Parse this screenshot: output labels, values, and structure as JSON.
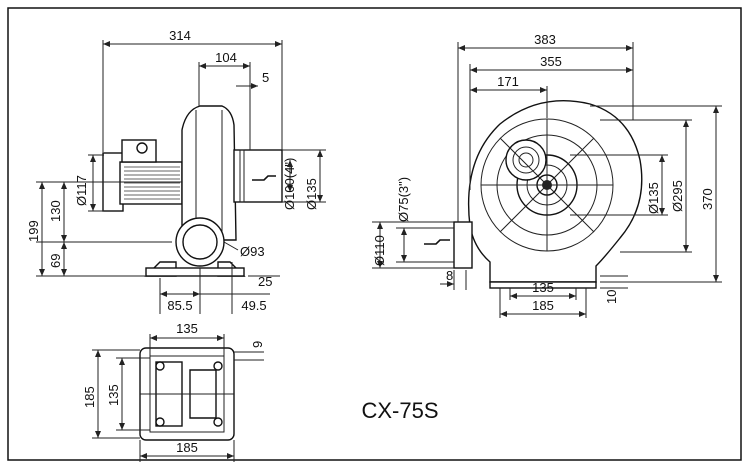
{
  "model": "CX-75S",
  "side_view": {
    "overall_length": "314",
    "outlet_offset": "104",
    "flange": "5",
    "outlet_bore": "Ø100(4\")",
    "outlet_flange": "Ø135",
    "motor_dia": "Ø117",
    "height_total": "199",
    "height_motor": "130",
    "height_inlet": "69",
    "inlet_dia": "Ø93",
    "base_left": "85.5",
    "base_right": "49.5",
    "base_step": "25"
  },
  "front_view": {
    "width_total": "383",
    "width_housing": "355",
    "width_center": "171",
    "inlet_bore": "Ø75(3\")",
    "inlet_flange": "Ø110",
    "hub_dia": "Ø135",
    "housing_dia": "Ø295",
    "height_total": "370",
    "flange_thk": "8",
    "base_inner": "135",
    "base_outer": "185",
    "base_height": "10"
  },
  "base_view": {
    "width_top": "135",
    "gap": "9",
    "depth_outer": "185",
    "depth_inner": "135",
    "width_bottom": "185"
  }
}
